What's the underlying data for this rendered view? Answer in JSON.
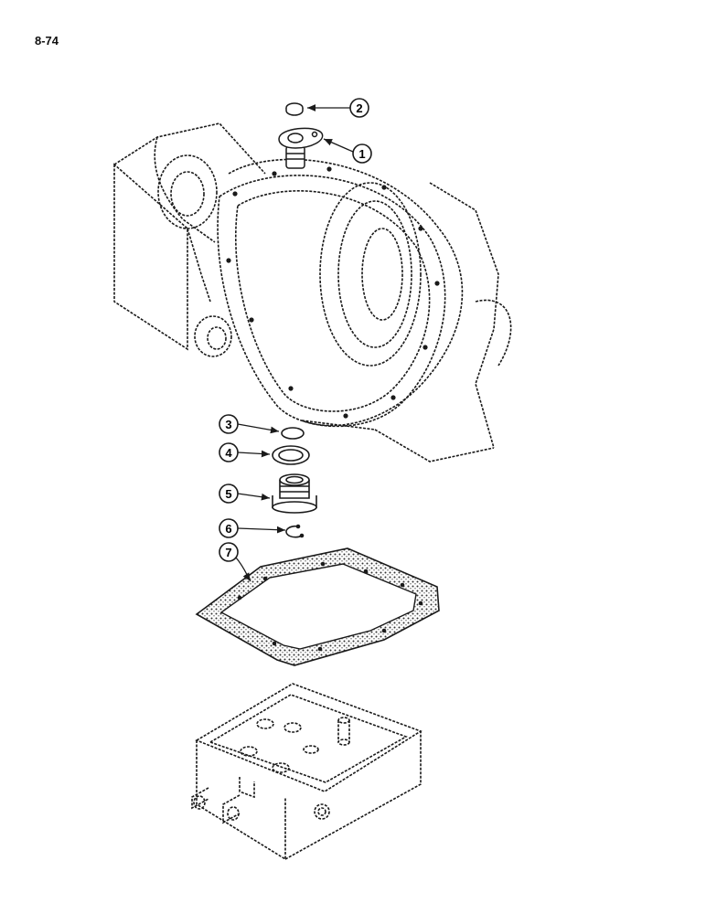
{
  "page": {
    "number": "8-74"
  },
  "callouts": [
    {
      "label": "1",
      "part": "fitting"
    },
    {
      "label": "2",
      "part": "cap"
    },
    {
      "label": "3",
      "part": "o-ring"
    },
    {
      "label": "4",
      "part": "washer"
    },
    {
      "label": "5",
      "part": "plug"
    },
    {
      "label": "6",
      "part": "snap-ring"
    },
    {
      "label": "7",
      "part": "gasket"
    }
  ],
  "colors": {
    "line": "#1a1a1a",
    "background": "#ffffff"
  }
}
